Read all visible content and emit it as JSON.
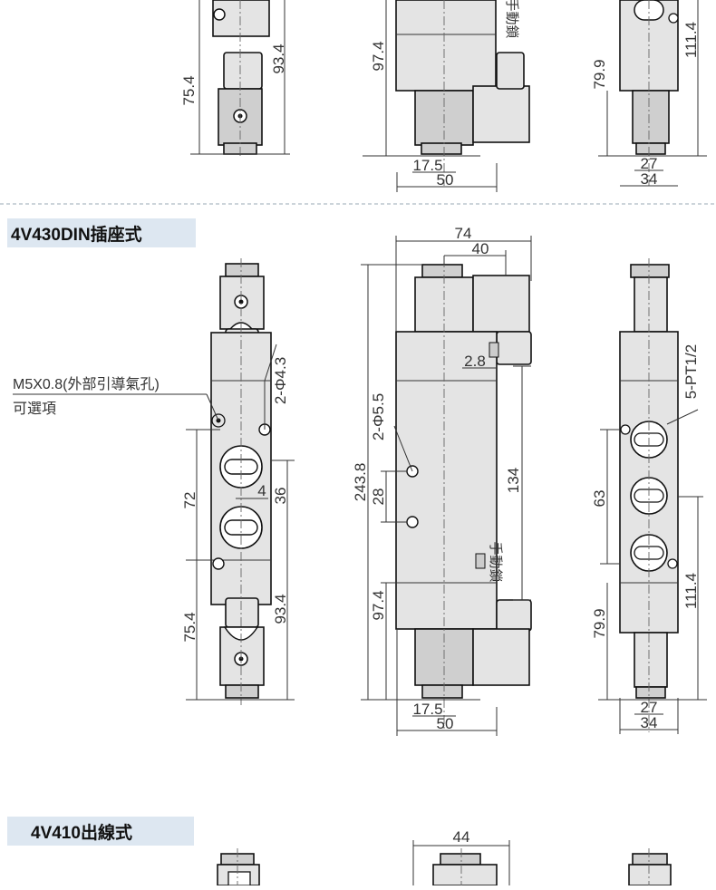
{
  "sections": {
    "din_title": "4V430DIN插座式",
    "wire_title": "4V410出線式"
  },
  "annotations": {
    "port_thread": "M5X0.8(外部引導氣孔)",
    "optional": "可選項",
    "manual_lock": "手動鎖",
    "thread_pt": "5-PT1/2",
    "mount_hole_small": "2-Φ4.3",
    "mount_hole_large": "2-Φ5.5"
  },
  "top_partial": {
    "dims": [
      "75.4",
      "93.4",
      "97.4",
      "17.5",
      "50",
      "79.9",
      "111.4",
      "27",
      "34"
    ]
  },
  "din": {
    "left_view": {
      "d72": "72",
      "d4": "4",
      "d36": "36",
      "d75_4": "75.4",
      "d93_4": "93.4"
    },
    "mid_view": {
      "d74": "74",
      "d40": "40",
      "d2_8": "2.8",
      "d243_8": "243.8",
      "d28": "28",
      "d134": "134",
      "d97_4": "97.4",
      "d17_5": "17.5",
      "d50": "50"
    },
    "right_view": {
      "d63": "63",
      "d79_9": "79.9",
      "d111_4": "111.4",
      "d27": "27",
      "d34": "34"
    }
  },
  "wire": {
    "mid_view": {
      "d44": "44"
    }
  }
}
